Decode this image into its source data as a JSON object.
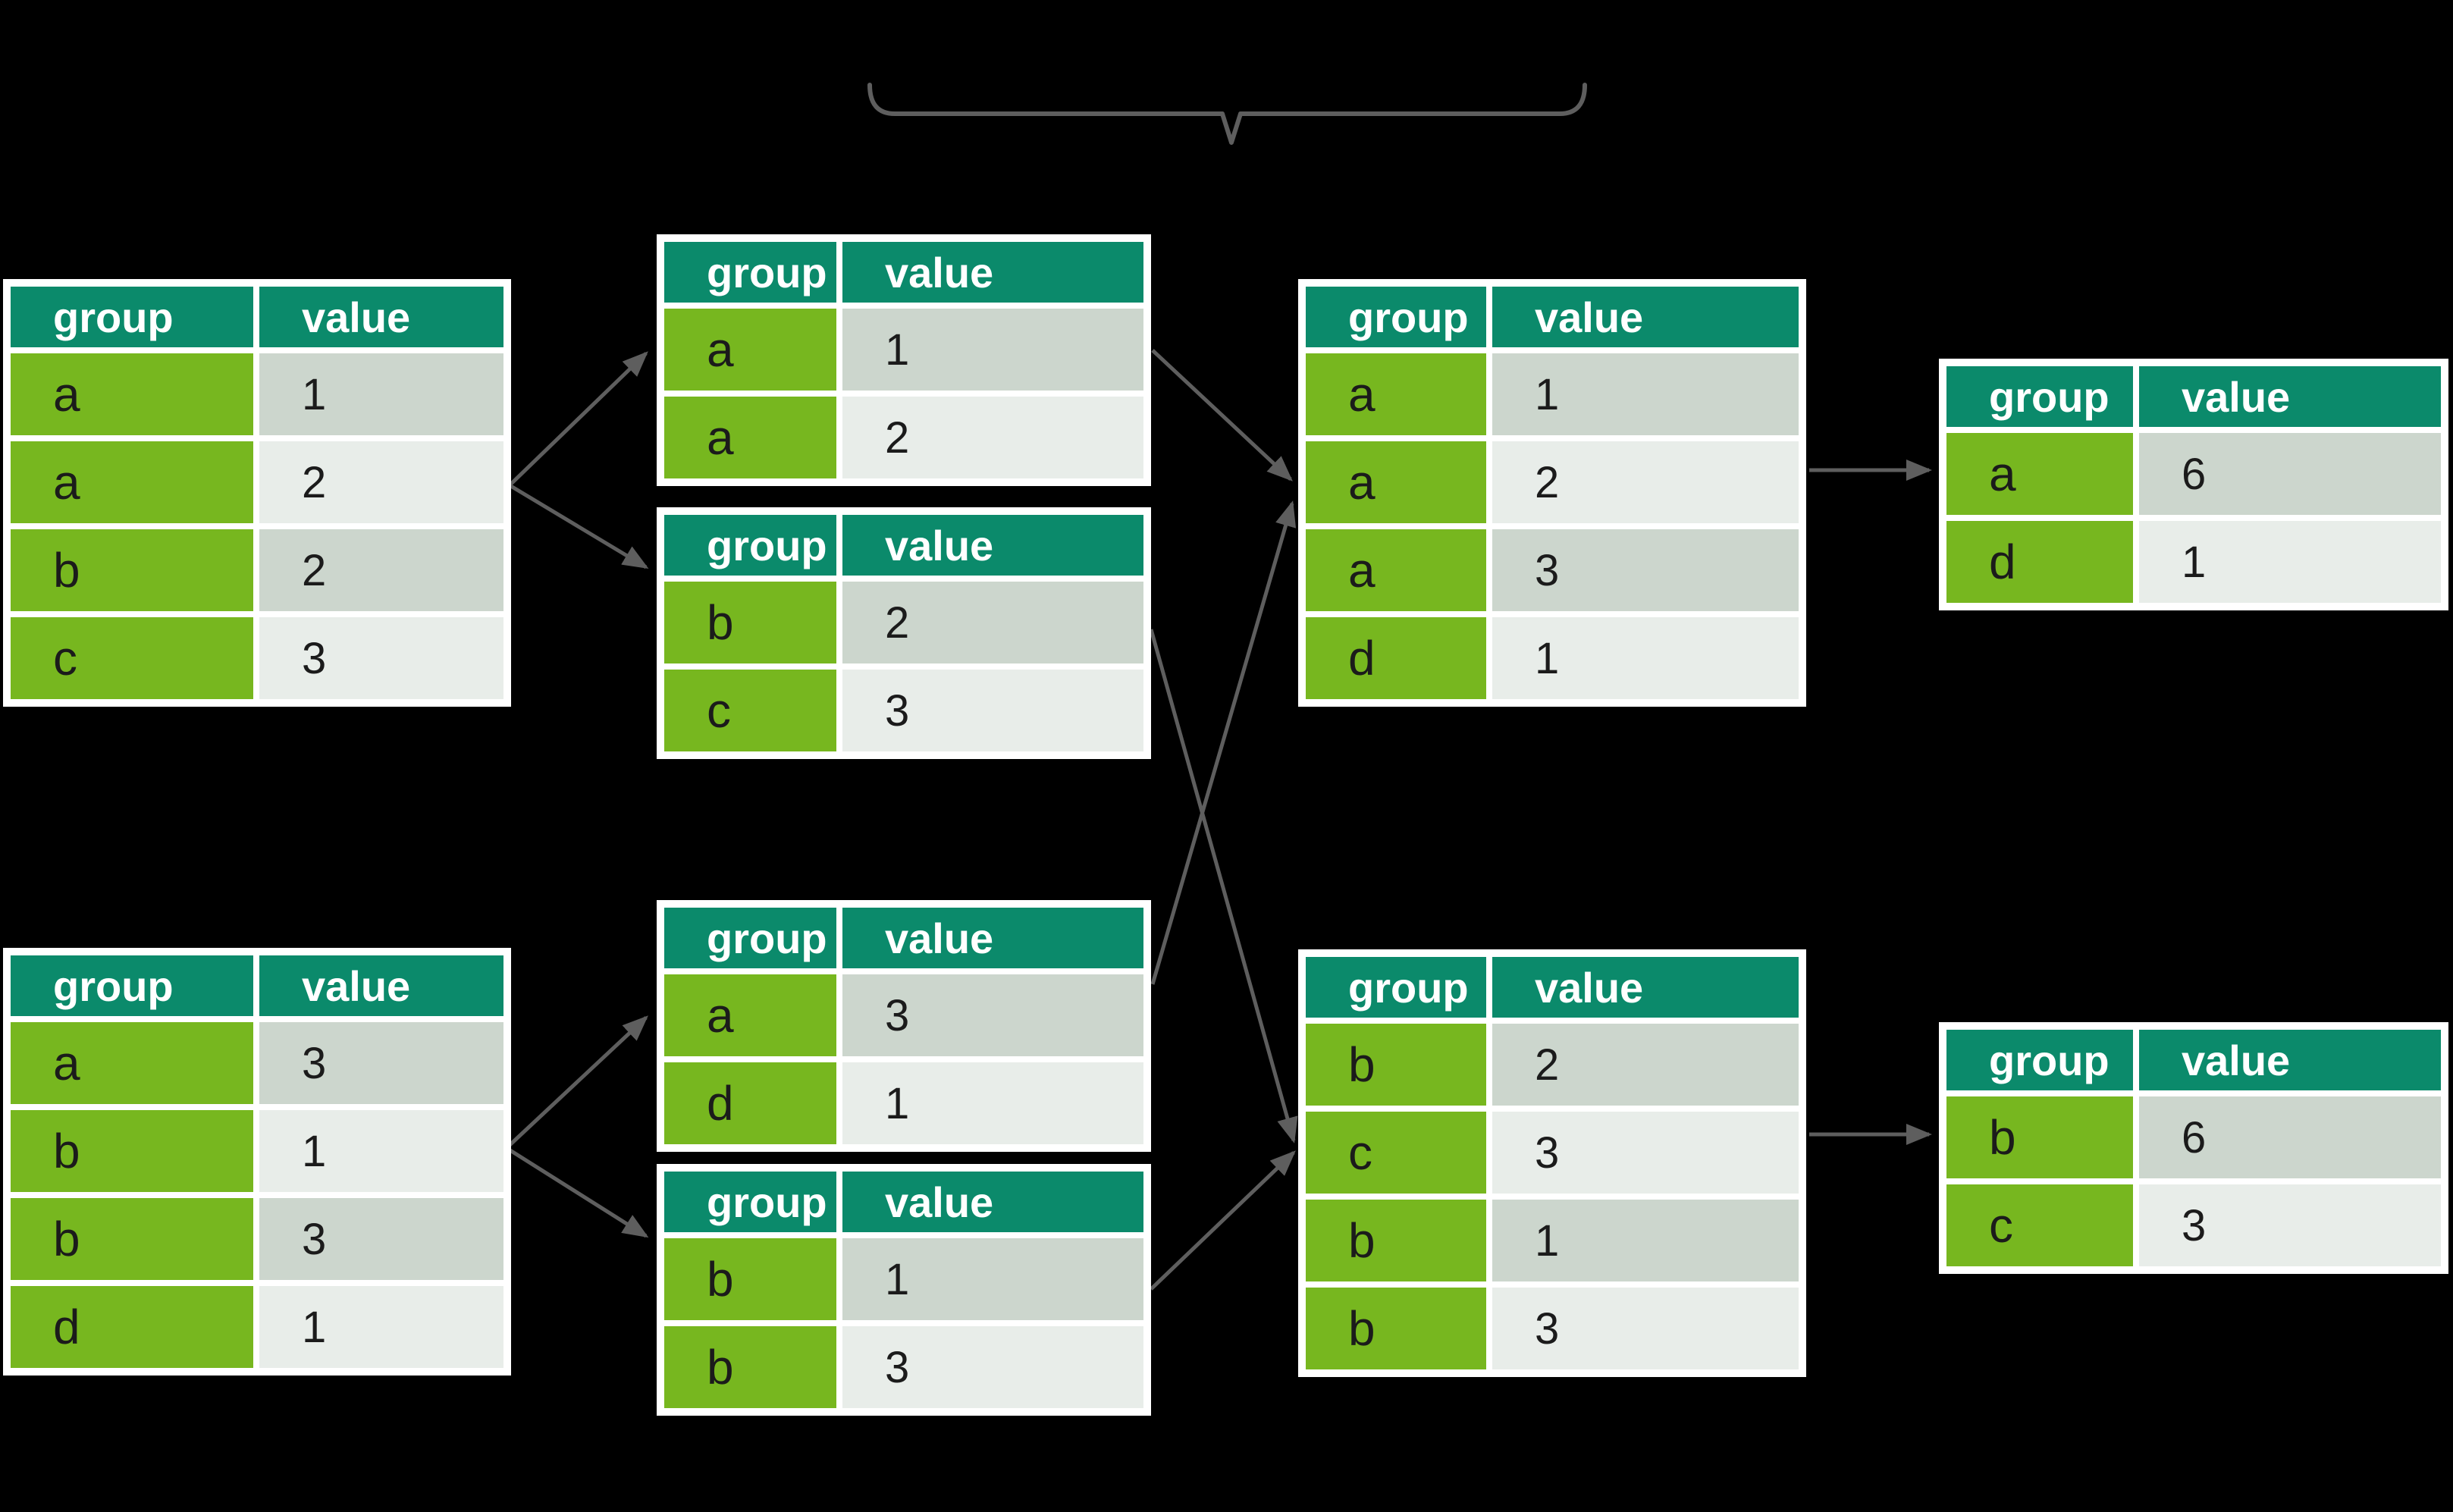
{
  "colors": {
    "background": "#000000",
    "header": "#0b8a6b",
    "header_text": "#ffffff",
    "group_cell": "#77b71f",
    "value_dark": "#ccd6cd",
    "value_light": "#e8ede9",
    "cell_text": "#1b1b1b",
    "table_border": "#ffffff",
    "arrow": "#5e5e5e"
  },
  "tables": [
    {
      "role": "source-top",
      "columns": [
        "group",
        "value"
      ],
      "rows": [
        [
          "a",
          "1"
        ],
        [
          "a",
          "2"
        ],
        [
          "b",
          "2"
        ],
        [
          "c",
          "3"
        ]
      ]
    },
    {
      "role": "source-bottom",
      "columns": [
        "group",
        "value"
      ],
      "rows": [
        [
          "a",
          "3"
        ],
        [
          "b",
          "1"
        ],
        [
          "b",
          "3"
        ],
        [
          "d",
          "1"
        ]
      ]
    },
    {
      "role": "split-top-group-a",
      "columns": [
        "group",
        "value"
      ],
      "rows": [
        [
          "a",
          "1"
        ],
        [
          "a",
          "2"
        ]
      ]
    },
    {
      "role": "split-top-groups-bc",
      "columns": [
        "group",
        "value"
      ],
      "rows": [
        [
          "b",
          "2"
        ],
        [
          "c",
          "3"
        ]
      ]
    },
    {
      "role": "split-bottom-groups-ad",
      "columns": [
        "group",
        "value"
      ],
      "rows": [
        [
          "a",
          "3"
        ],
        [
          "d",
          "1"
        ]
      ]
    },
    {
      "role": "split-bottom-group-b",
      "columns": [
        "group",
        "value"
      ],
      "rows": [
        [
          "b",
          "1"
        ],
        [
          "b",
          "3"
        ]
      ]
    },
    {
      "role": "regrouped-top",
      "columns": [
        "group",
        "value"
      ],
      "rows": [
        [
          "a",
          "1"
        ],
        [
          "a",
          "2"
        ],
        [
          "a",
          "3"
        ],
        [
          "d",
          "1"
        ]
      ]
    },
    {
      "role": "regrouped-bottom",
      "columns": [
        "group",
        "value"
      ],
      "rows": [
        [
          "b",
          "2"
        ],
        [
          "c",
          "3"
        ],
        [
          "b",
          "1"
        ],
        [
          "b",
          "3"
        ]
      ]
    },
    {
      "role": "summary-top",
      "columns": [
        "group",
        "value"
      ],
      "rows": [
        [
          "a",
          "6"
        ],
        [
          "d",
          "1"
        ]
      ]
    },
    {
      "role": "summary-bottom",
      "columns": [
        "group",
        "value"
      ],
      "rows": [
        [
          "b",
          "6"
        ],
        [
          "c",
          "3"
        ]
      ]
    }
  ]
}
